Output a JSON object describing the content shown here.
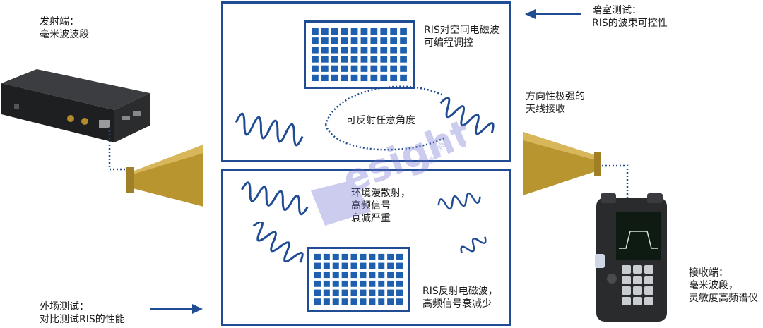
{
  "transmitter": {
    "lines": [
      "发射端：",
      "毫米波波段"
    ]
  },
  "anechoic": {
    "lines": [
      "暗室测试：",
      "RIS的波束可控性"
    ]
  },
  "outdoor": {
    "lines": [
      "外场测试：",
      "对比测试RIS的性能"
    ]
  },
  "directional": {
    "lines": [
      "方向性极强的",
      "天线接收"
    ]
  },
  "receiver": {
    "lines": [
      "接收端：",
      "毫米波段，",
      "灵敏度高频谱仪"
    ]
  },
  "top_panel": {
    "ris_caption": [
      "RIS对空间电磁波",
      "可编程调控"
    ],
    "angle_label": "可反射任意角度"
  },
  "bottom_panel": {
    "scatter_caption": [
      "环境漫散射，",
      "高频信号",
      "衰减严重"
    ],
    "ris_caption": [
      "RIS反射电磁波，",
      "高频信号衰减少"
    ]
  },
  "watermark": {
    "text": "esight",
    "subtext": "德思特"
  },
  "colors": {
    "accent": "#1f4c93",
    "cell": "#1f5fb0",
    "horn": "#b8952f",
    "watermark": "#6f6fd0"
  }
}
